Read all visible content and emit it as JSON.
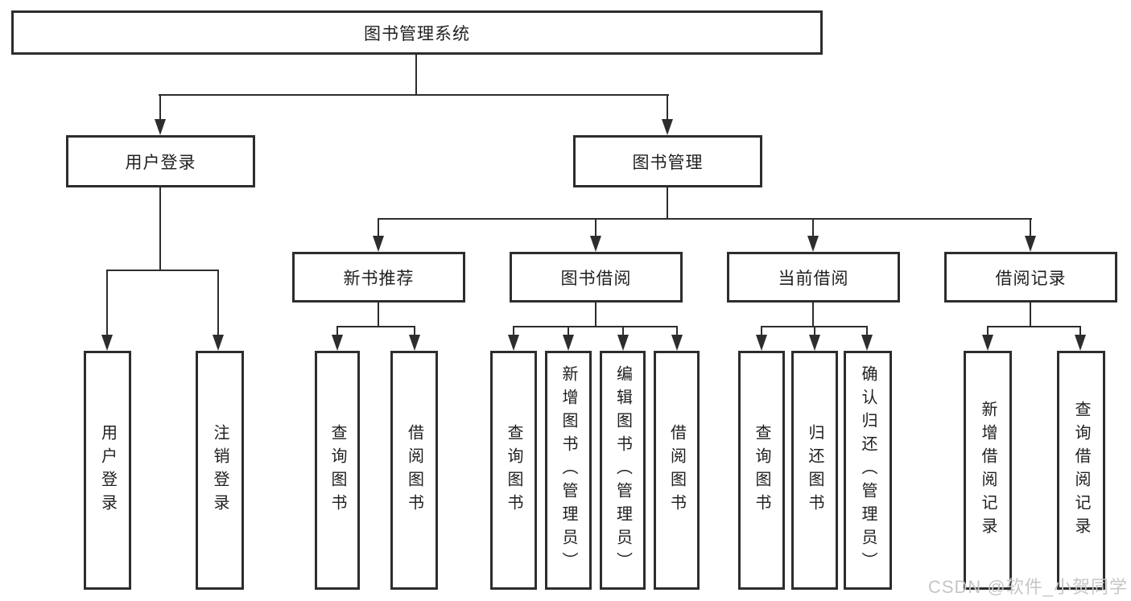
{
  "diagram": {
    "title": "图书管理系统",
    "root": {
      "label": "图书管理系统"
    },
    "level2": {
      "user_login": {
        "label": "用户登录"
      },
      "book_mgmt": {
        "label": "图书管理"
      }
    },
    "level3": {
      "new_book": {
        "label": "新书推荐"
      },
      "borrow": {
        "label": "图书借阅"
      },
      "current": {
        "label": "当前借阅"
      },
      "records": {
        "label": "借阅记录"
      }
    },
    "leaves": {
      "user_login": [
        "用户登录",
        "注销登录"
      ],
      "new_book": [
        "查询图书",
        "借阅图书"
      ],
      "borrow": [
        "查询图书",
        "新增图书（管理员）",
        "编辑图书（管理员）",
        "借阅图书"
      ],
      "current": [
        "查询图书",
        "归还图书",
        "确认归还（管理员）"
      ],
      "records": [
        "新增借阅记录",
        "查询借阅记录"
      ]
    }
  },
  "watermark": {
    "text": "CSDN @软件_小贺同学"
  },
  "colors": {
    "line": "#2d2d2d",
    "text": "#1f1f1f",
    "background": "#ffffff",
    "watermark": "#c6c6c6"
  }
}
